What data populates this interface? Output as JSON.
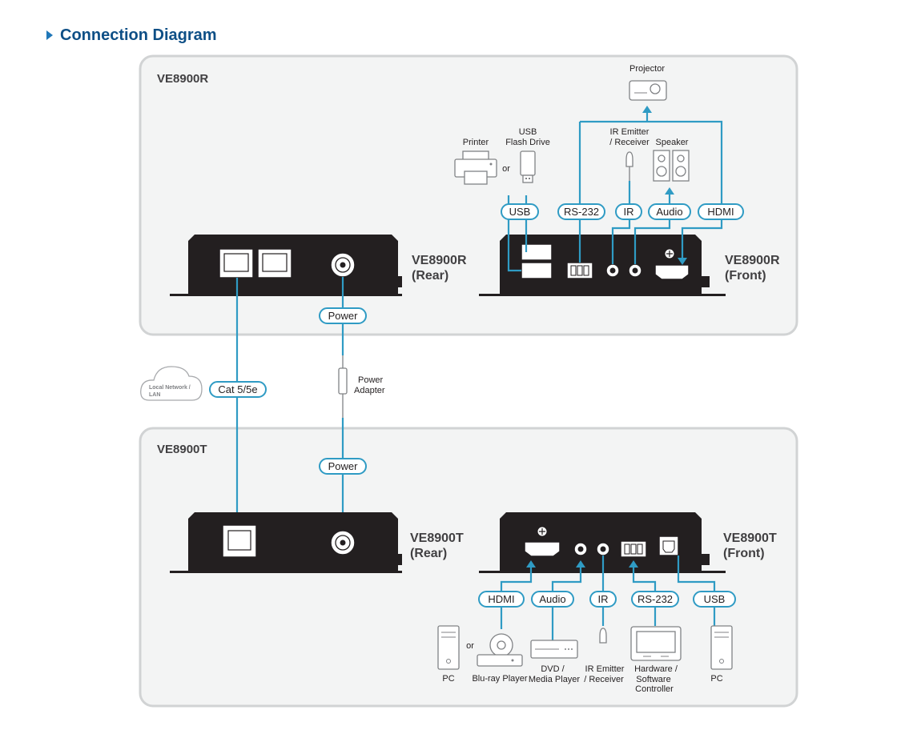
{
  "header": {
    "title": "Connection Diagram"
  },
  "panels": {
    "receiver": "VE8900R",
    "transmitter": "VE8900T"
  },
  "devices": {
    "r_rear": {
      "line1": "VE8900R",
      "line2": "(Rear)"
    },
    "r_front": {
      "line1": "VE8900R",
      "line2": "(Front)"
    },
    "t_rear": {
      "line1": "VE8900T",
      "line2": "(Rear)"
    },
    "t_front": {
      "line1": "VE8900T",
      "line2": "(Front)"
    }
  },
  "connections": {
    "r_usb": "USB",
    "r_rs232": "RS-232",
    "r_ir": "IR",
    "r_audio": "Audio",
    "r_hdmi": "HDMI",
    "r_power": "Power",
    "cat": "Cat 5/5e",
    "t_power": "Power",
    "t_hdmi": "HDMI",
    "t_audio": "Audio",
    "t_ir": "IR",
    "t_rs232": "RS-232",
    "t_usb": "USB"
  },
  "peripherals": {
    "projector": "Projector",
    "printer": "Printer",
    "or": "or",
    "usb_flash_1": "USB",
    "usb_flash_2": "Flash Drive",
    "ir_r_1": "IR Emitter",
    "ir_r_2": "/ Receiver",
    "speaker": "Speaker",
    "power_adapter_1": "Power",
    "power_adapter_2": "Adapter",
    "cloud_1": "Local Network /",
    "cloud_2": "LAN",
    "pc_left": "PC",
    "bluray": "Blu-ray Player",
    "dvd_1": "DVD /",
    "dvd_2": "Media Player",
    "ir_t_1": "IR Emitter",
    "ir_t_2": "/ Receiver",
    "controller_1": "Hardware /",
    "controller_2": "Software",
    "controller_3": "Controller",
    "pc_right": "PC"
  },
  "icons": [
    "projector-icon",
    "printer-icon",
    "usb-flash-drive-icon",
    "ir-emitter-icon",
    "speaker-icon",
    "power-adapter-icon",
    "cloud-icon",
    "pc-icon",
    "blu-ray-player-icon",
    "dvd-player-icon",
    "monitor-icon"
  ],
  "colors": {
    "title": "#0e4f86",
    "accent": "#2f9bc4",
    "device": "#231f20",
    "panel": "#f3f4f4"
  }
}
